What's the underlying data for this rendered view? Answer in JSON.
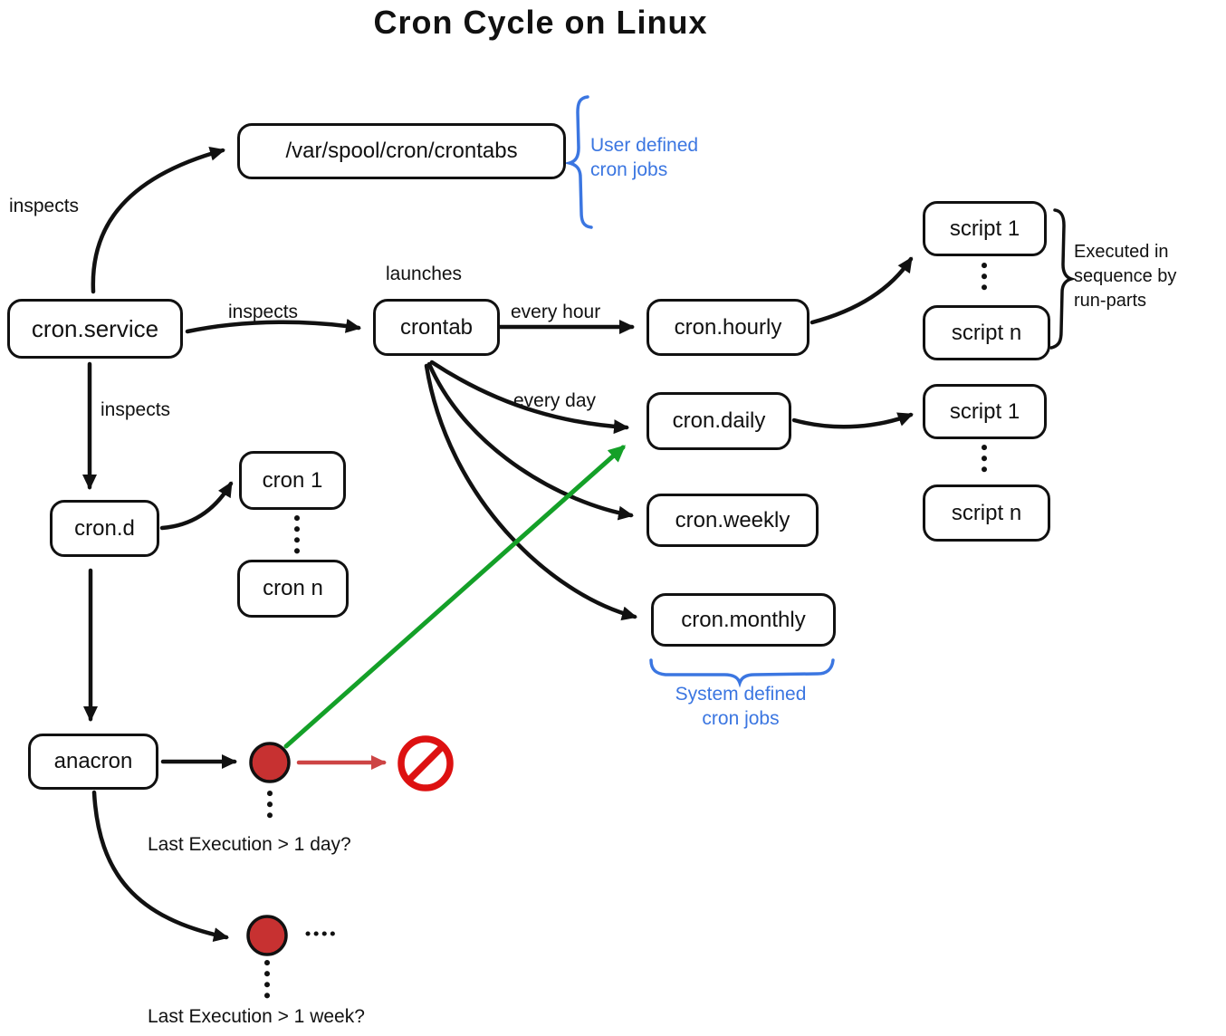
{
  "title": "Cron Cycle on Linux",
  "nodes": {
    "crontabs_file": {
      "label": "/var/spool/cron/crontabs"
    },
    "cron_service": {
      "label": "cron.service"
    },
    "crontab": {
      "label": "crontab"
    },
    "cron_hourly": {
      "label": "cron.hourly"
    },
    "cron_daily": {
      "label": "cron.daily"
    },
    "cron_weekly": {
      "label": "cron.weekly"
    },
    "cron_monthly": {
      "label": "cron.monthly"
    },
    "cron_d": {
      "label": "cron.d"
    },
    "cron_1": {
      "label": "cron 1"
    },
    "cron_n": {
      "label": "cron n"
    },
    "anacron": {
      "label": "anacron"
    },
    "script_1_hourly": {
      "label": "script 1"
    },
    "script_n_hourly": {
      "label": "script n"
    },
    "script_1_daily": {
      "label": "script 1"
    },
    "script_n_daily": {
      "label": "script n"
    }
  },
  "edge_labels": {
    "inspects_spool": "inspects",
    "inspects_crontab": "inspects",
    "inspects_cron_d": "inspects",
    "launches": "launches",
    "every_hour": "every hour",
    "every_day": "every day"
  },
  "annotations": {
    "user_defined": [
      "User defined",
      "cron jobs"
    ],
    "system_defined": [
      "System defined",
      "cron jobs"
    ],
    "run_parts": [
      "Executed in",
      "sequence by",
      "run-parts"
    ],
    "last_execution_day": "Last Execution > 1 day?",
    "last_execution_week": "Last Execution > 1 week?"
  },
  "colors": {
    "annotation_blue": "#3b76e1",
    "arrow_green": "#14a028",
    "decision_circle_red": "#c73131",
    "stop_sign_red": "#dd1111",
    "stop_arrow_red": "#cd4444",
    "line_black": "#111111"
  }
}
